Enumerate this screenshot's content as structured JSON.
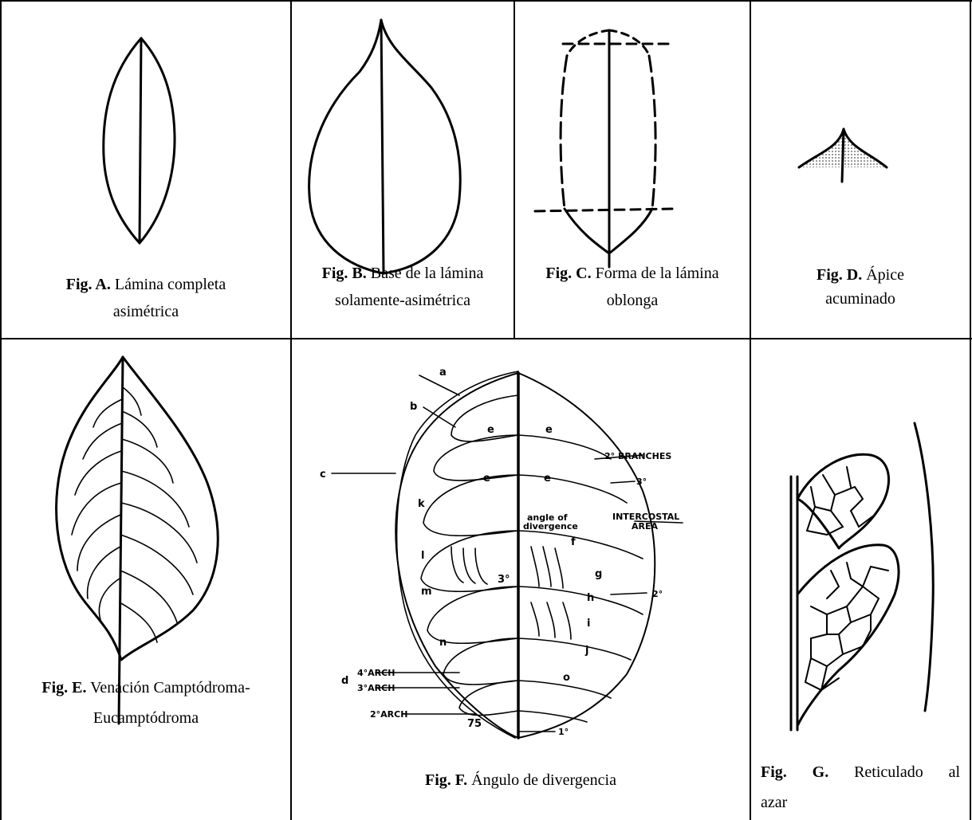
{
  "figures": {
    "a": {
      "tag": "Fig. A.",
      "line1": "Lámina completa",
      "line2": "asimétrica"
    },
    "b": {
      "tag": "Fig. B.",
      "line1": "Base de la lámina",
      "line2": "solamente-asimétrica"
    },
    "c": {
      "tag": "Fig. C.",
      "line1": "Forma de la lámina",
      "line2": "oblonga"
    },
    "d": {
      "tag": "Fig. D.",
      "line1": "Ápice",
      "line2": "acuminado"
    },
    "e": {
      "tag": "Fig. E.",
      "line1": "Venación Camptódroma-",
      "line2": "Eucamptódroma"
    },
    "f": {
      "tag": "Fig. F.",
      "line1": "Ángulo de divergencia"
    },
    "g": {
      "tag": "Fig.",
      "tag2": "G.",
      "line1a": "Reticulado",
      "line1b": "al",
      "line2": "azar"
    }
  },
  "fig_f_labels": {
    "a": "a",
    "b": "b",
    "c": "c",
    "d": "d",
    "k": "k",
    "l": "l",
    "m": "m",
    "n": "n",
    "f": "f",
    "g": "g",
    "h": "h",
    "i": "i",
    "j": "j",
    "o": "o",
    "e1": "e",
    "e2": "e",
    "e3": "e",
    "e4": "e",
    "branches": "2° BRANCHES",
    "third": "3°",
    "third_mid": "3°",
    "angle1": "angle of",
    "angle2": "divergence",
    "inter1": "INTERCOSTAL",
    "inter2": "AREA",
    "second": "2°",
    "arch4": "4°ARCH",
    "arch3": "3°ARCH",
    "arch2": "2°ARCH",
    "page": "75",
    "first": "1°"
  }
}
